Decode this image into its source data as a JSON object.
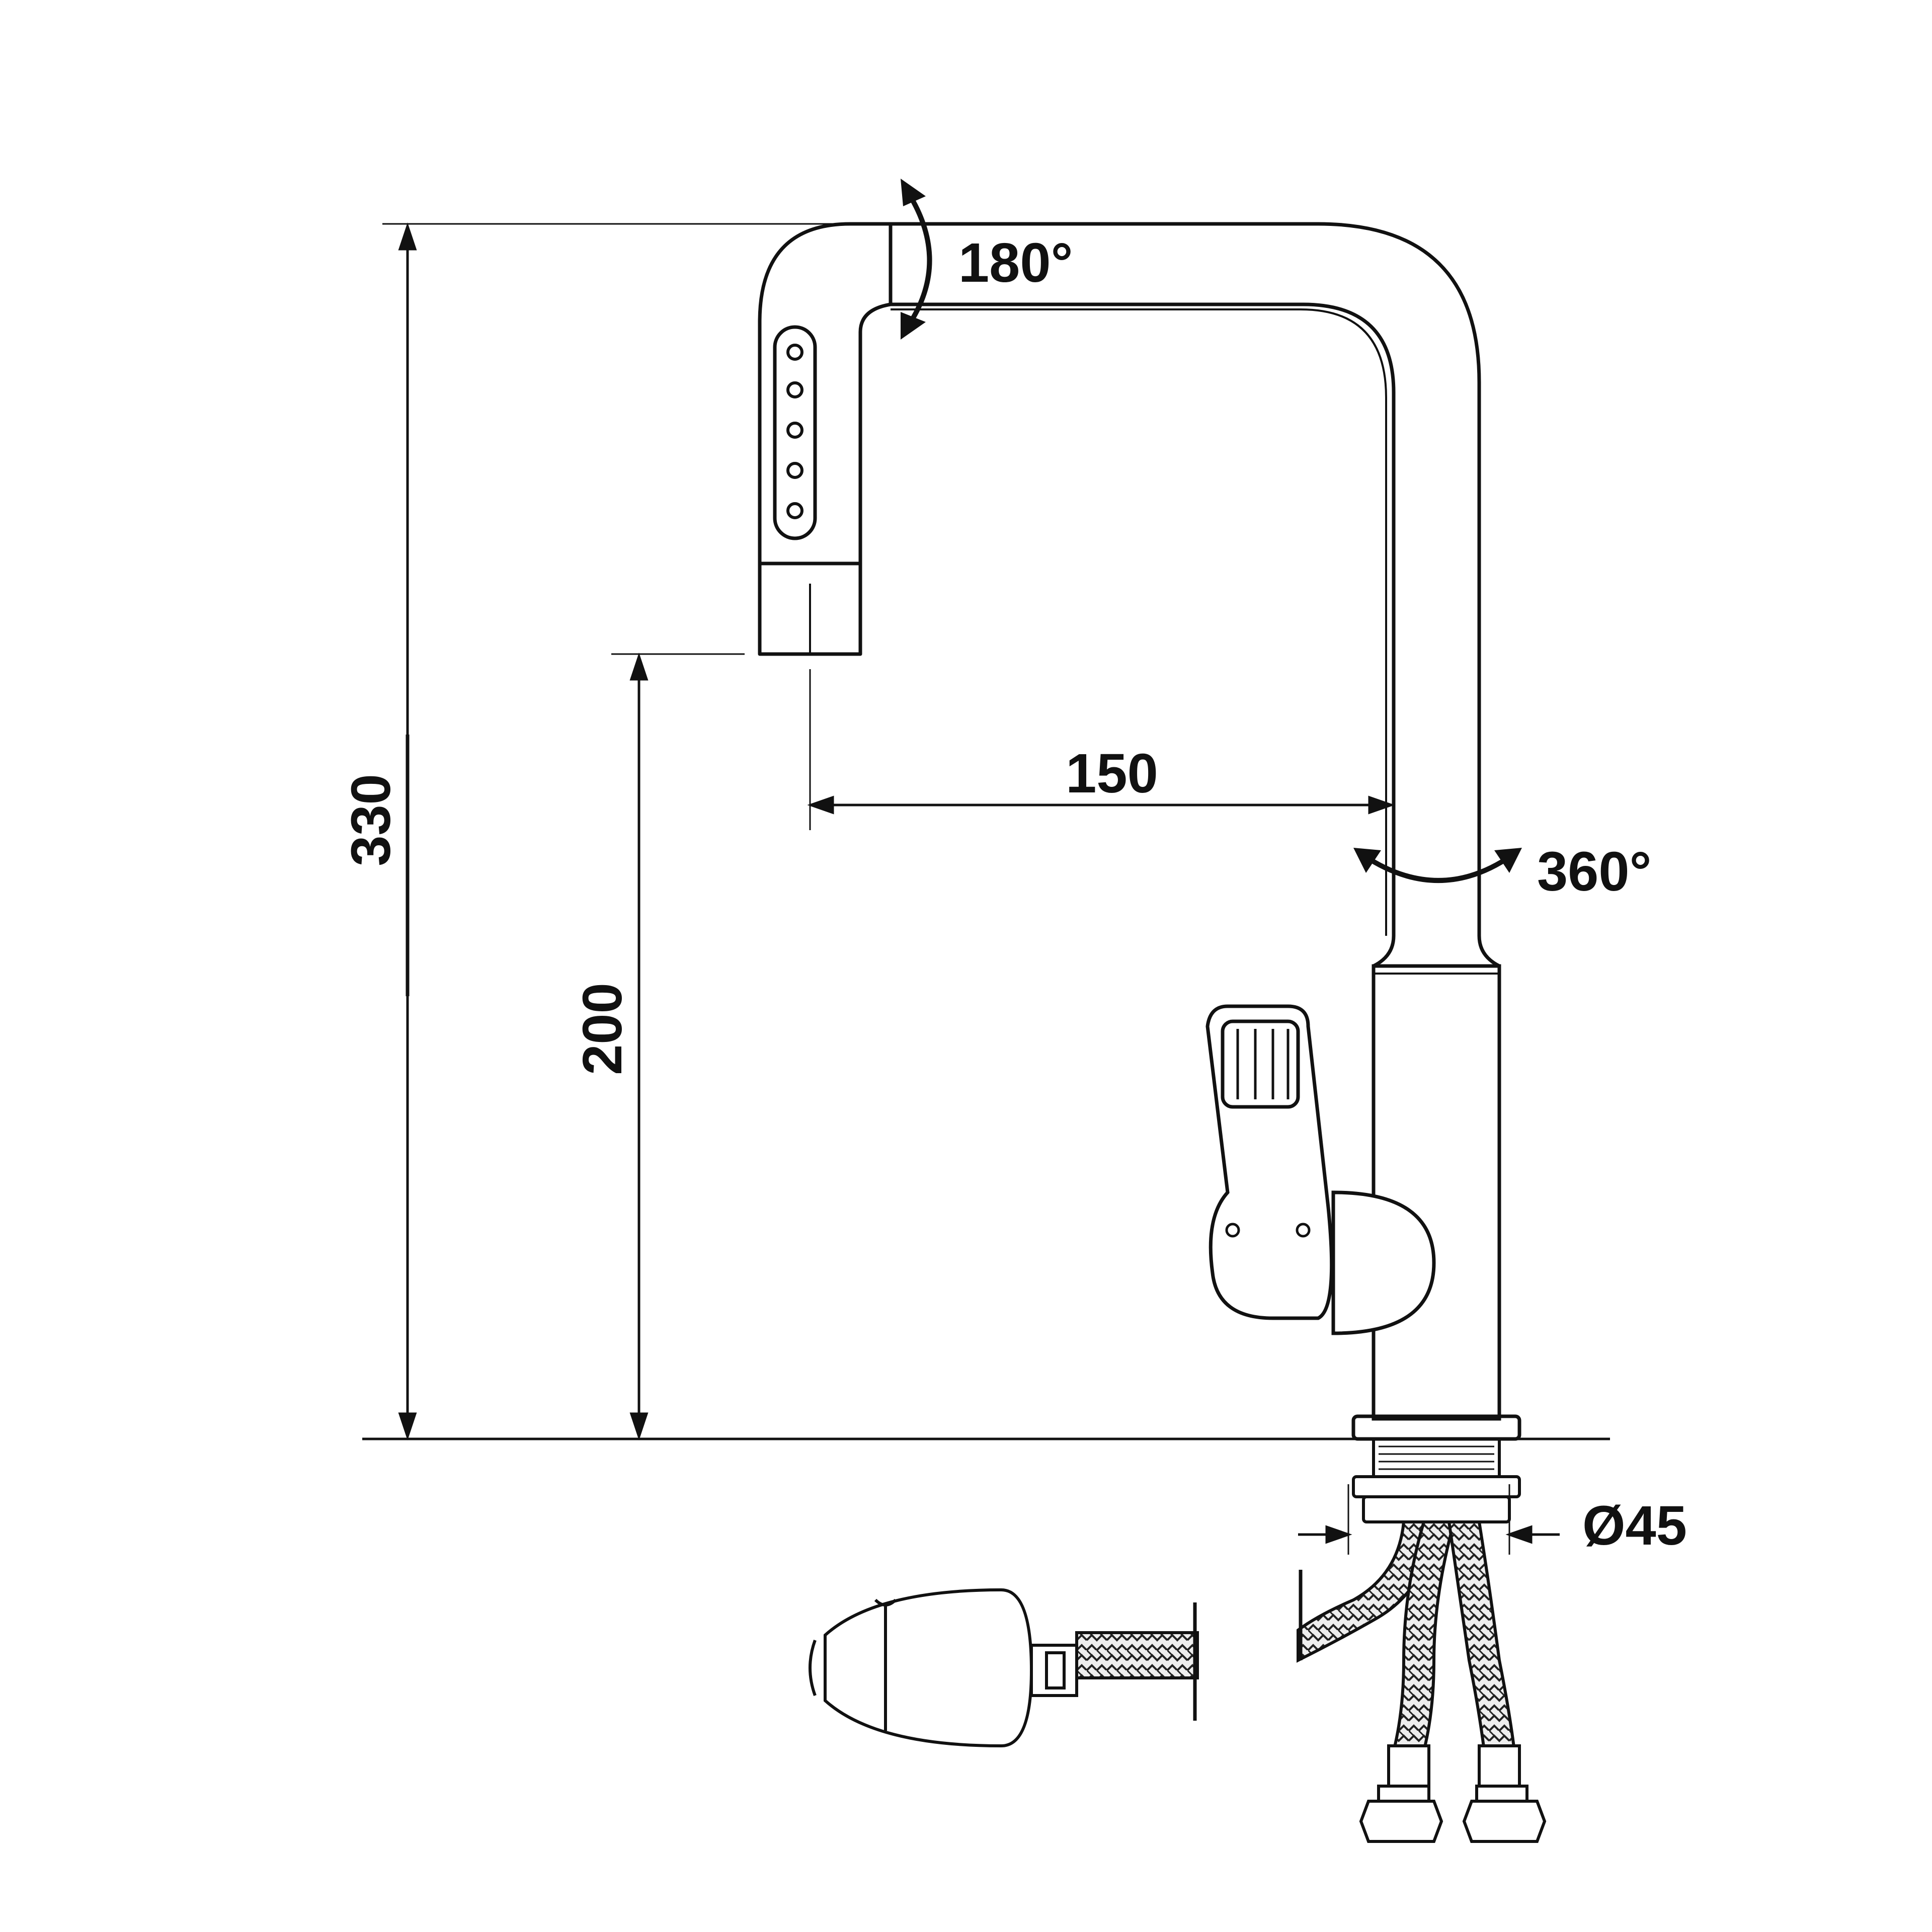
{
  "dimensions": {
    "total_height": "330",
    "spout_height": "200",
    "reach": "150",
    "spout_rotation": "180°",
    "body_rotation": "360°",
    "mount_diameter": "Ø45"
  },
  "colors": {
    "line": "#111111",
    "background": "#ffffff",
    "braid_fill": "#eeeeee"
  }
}
